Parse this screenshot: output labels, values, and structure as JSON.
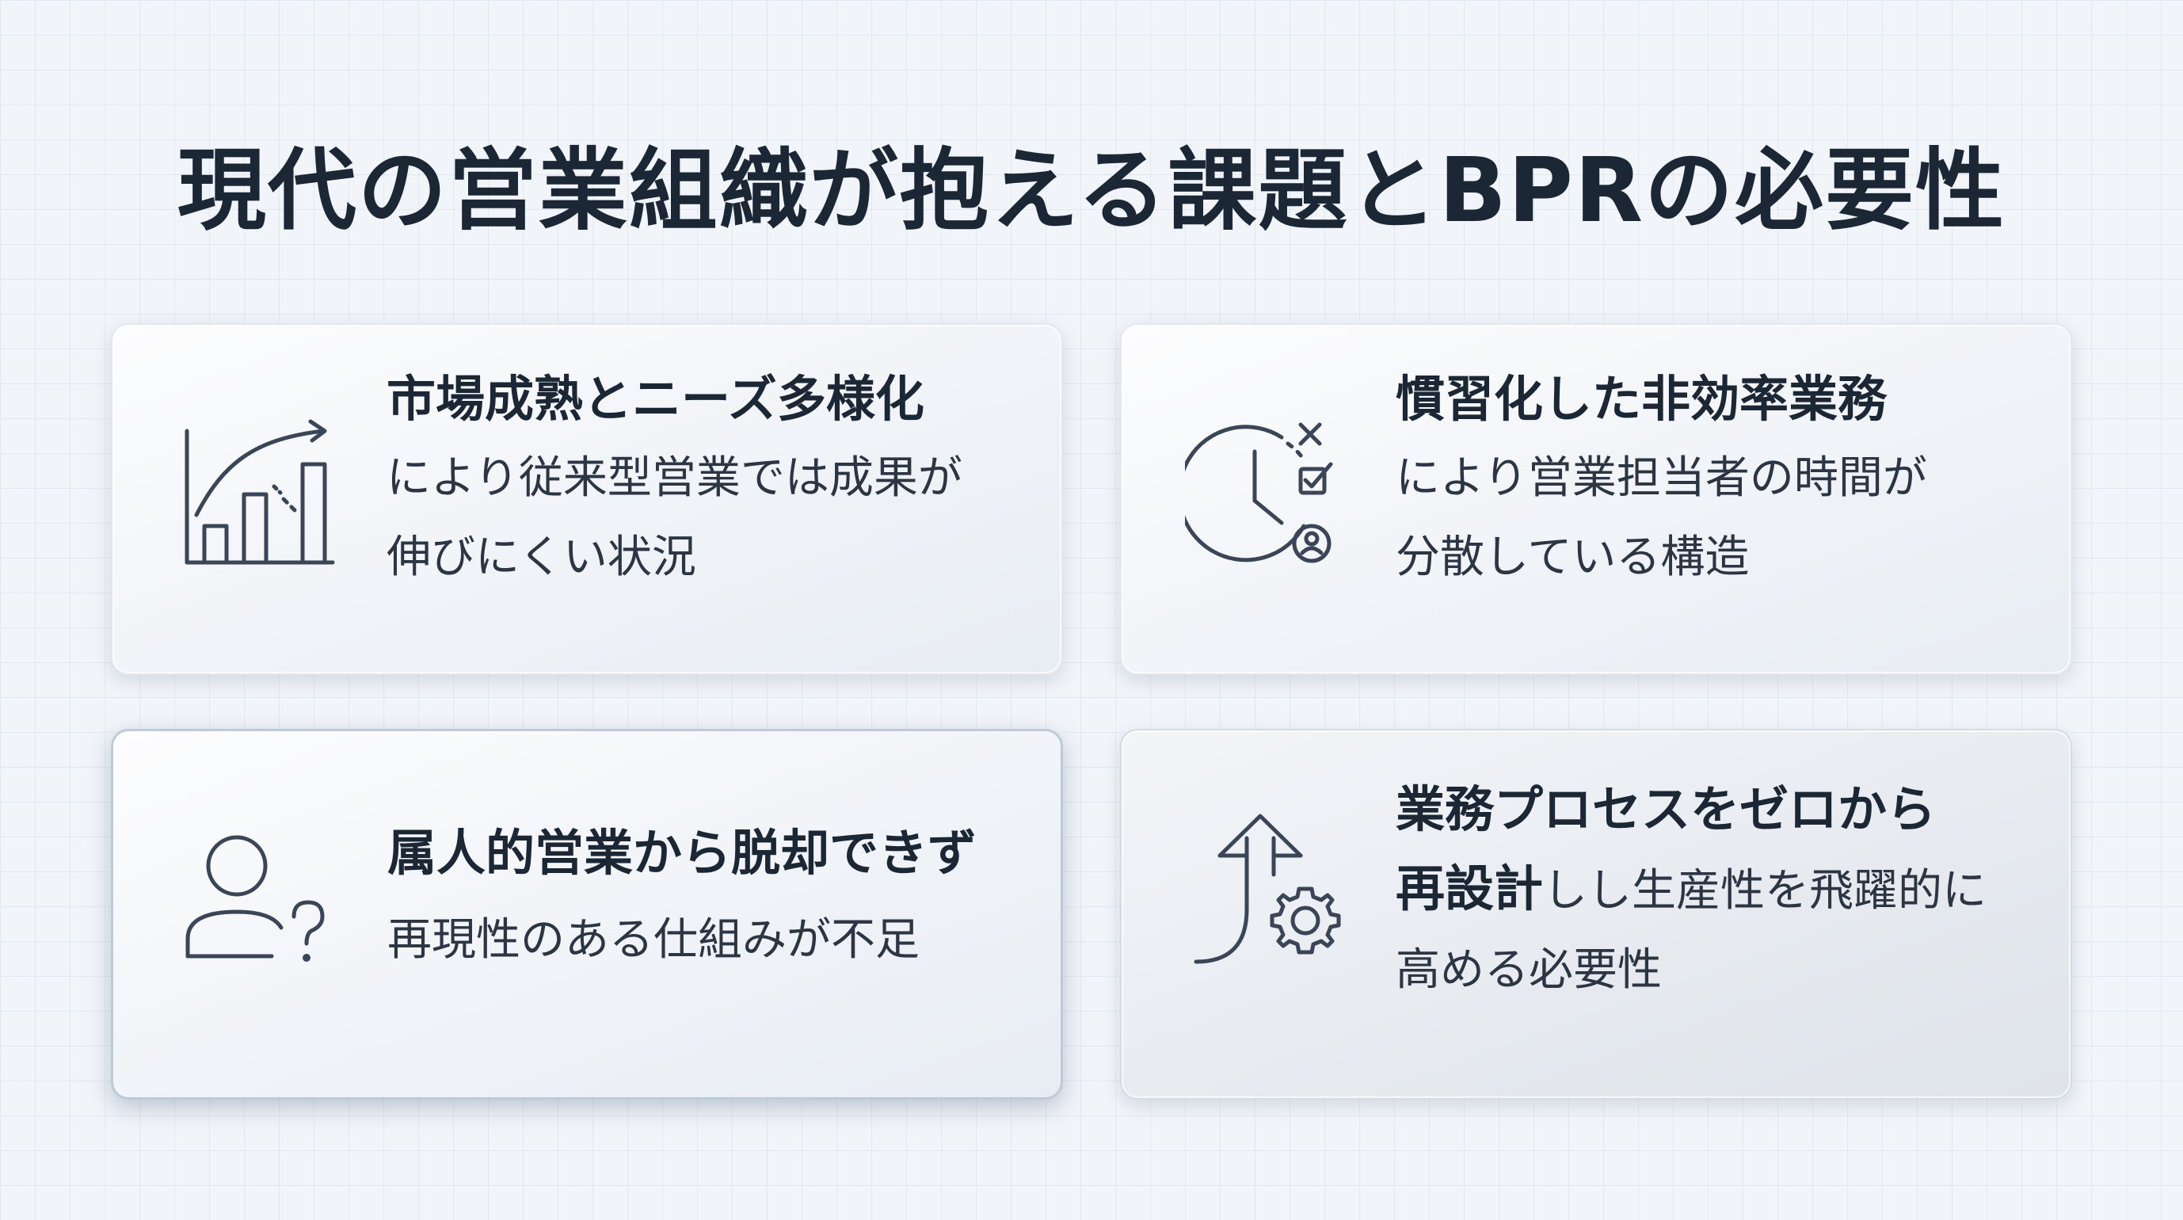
{
  "title": "現代の営業組織が抱える課題とBPRの必要性",
  "cards": [
    {
      "icon": "growth-chart-icon",
      "heading": "市場成熟とニーズ多様化",
      "lines": [
        "により従来型営業では成果が",
        "伸びにくい状況"
      ]
    },
    {
      "icon": "clock-tasks-icon",
      "heading": "慣習化した非効率業務",
      "lines": [
        "により営業担当者の時間が",
        "分散している構造"
      ]
    },
    {
      "icon": "person-question-icon",
      "heading": "属人的営業から脱却できず",
      "lines": [
        "再現性のある仕組みが不足"
      ]
    },
    {
      "icon": "arrow-gear-icon",
      "heading": "業務プロセスをゼロから",
      "line1_strong": "再設計",
      "line1_rest": "しし生産性を飛躍的に",
      "line2": "高める必要性"
    }
  ],
  "colors": {
    "text_dark": "#1c2735",
    "icon_stroke": "#3a4657",
    "background": "#f1f4f8"
  }
}
